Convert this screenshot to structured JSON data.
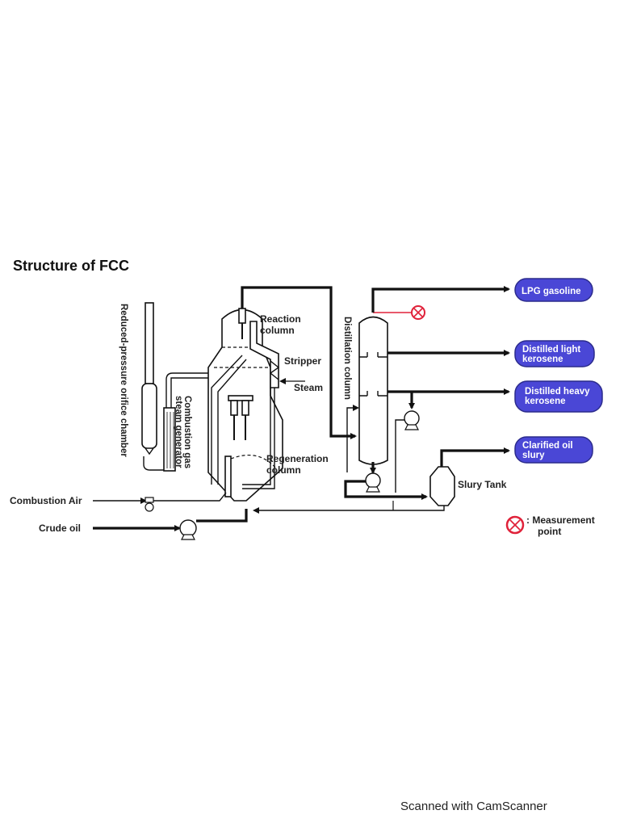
{
  "title": "Structure of FCC",
  "labels": {
    "reaction_column_1": "Reaction",
    "reaction_column_2": "column",
    "stripper": "Stripper",
    "steam": "Steam",
    "regeneration_column_1": "Regeneration",
    "regeneration_column_2": "column",
    "reduced_pressure_chamber": "Reduced-pressure orifice chamber",
    "combustion_gas_1": "Combustion gas",
    "combustion_gas_2": "steam generator",
    "distillation_column": "Distillation column",
    "combustion_air": "Combustion Air",
    "crude_oil": "Crude oil",
    "slury_tank": "Slury Tank"
  },
  "products": [
    {
      "line1": "LPG gasoline",
      "line2": ""
    },
    {
      "line1": "Distilled light",
      "line2": "kerosene"
    },
    {
      "line1": "Distilled heavy",
      "line2": "kerosene"
    },
    {
      "line1": "Clarified oil",
      "line2": "slury"
    }
  ],
  "legend": {
    "icon": "measurement-point-icon",
    "line1": ": Measurement",
    "line2": "point"
  },
  "colors": {
    "product_fill": "#4a47d6",
    "measurement": "#e0223a"
  },
  "footer": "Scanned with CamScanner"
}
